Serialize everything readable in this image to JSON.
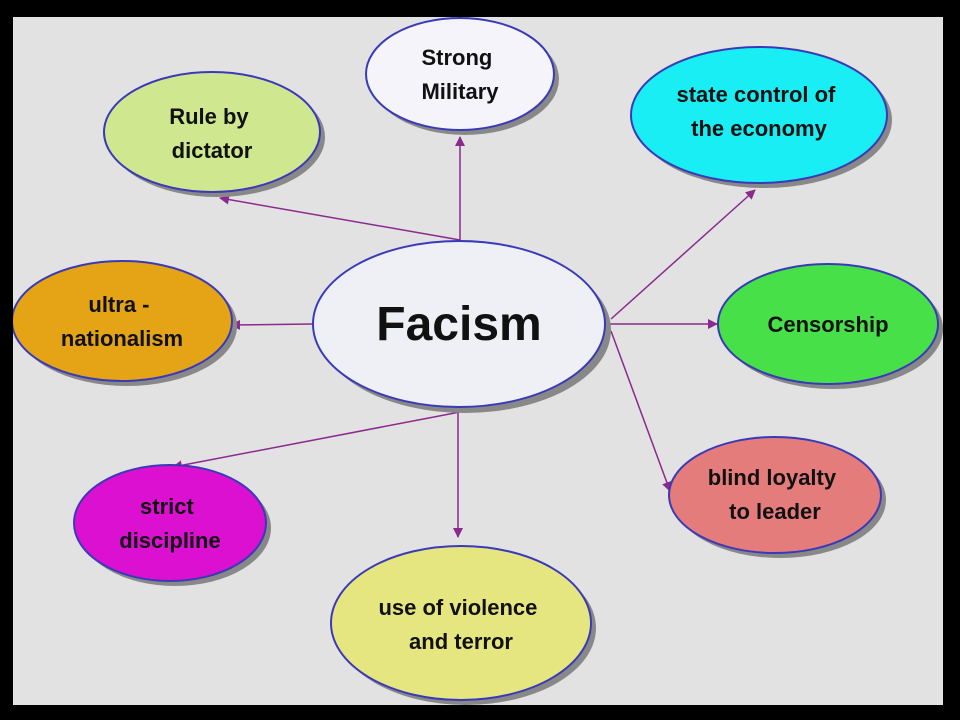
{
  "center": {
    "text": "Facism",
    "fill": "#eef0f6"
  },
  "nodes": [
    {
      "id": "strong-military",
      "lines": [
        "Strong",
        "Military"
      ],
      "fill": "#f4f4fa"
    },
    {
      "id": "rule-by-dictator",
      "lines": [
        "Rule by",
        "dictator"
      ],
      "fill": "#cfe890"
    },
    {
      "id": "state-control",
      "lines": [
        "state control of",
        "the economy"
      ],
      "fill": "#18eef4"
    },
    {
      "id": "ultra-nationalism",
      "lines": [
        "ultra -",
        "nationalism"
      ],
      "fill": "#e4a416"
    },
    {
      "id": "censorship",
      "lines": [
        "Censorship"
      ],
      "fill": "#48e048"
    },
    {
      "id": "blind-loyalty",
      "lines": [
        "blind loyalty",
        "to leader"
      ],
      "fill": "#e47c7c"
    },
    {
      "id": "strict-discipline",
      "lines": [
        "strict",
        "discipline"
      ],
      "fill": "#dc10d0"
    },
    {
      "id": "violence-terror",
      "lines": [
        "use of violence",
        "and terror"
      ],
      "fill": "#e6e680"
    }
  ],
  "colors": {
    "background": "#000000",
    "panel": "#e2e2e2",
    "connector": "#8a2a8e",
    "node_border": "#3a3ab8"
  }
}
